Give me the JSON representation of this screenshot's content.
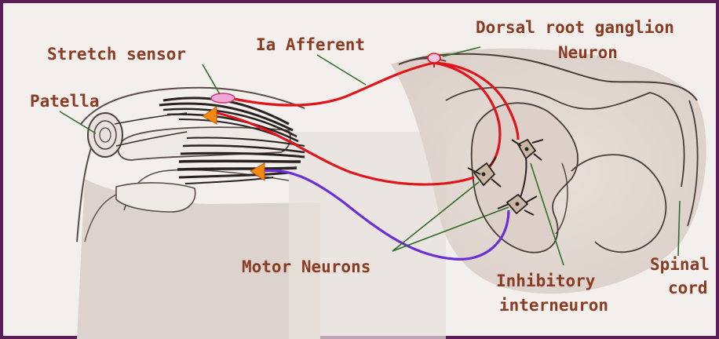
{
  "labels": {
    "stretch_sensor": "Stretch sensor",
    "ia_afferent": "Ia Afferent",
    "drg_line1": "Dorsal root ganglion",
    "drg_line2": "Neuron",
    "patella": "Patella",
    "motor_neurons": "Motor Neurons",
    "inhibitory_line1": "Inhibitory",
    "inhibitory_line2": "interneuron",
    "spinal_line1": "Spinal",
    "spinal_line2": "cord"
  },
  "colors": {
    "frame": "#5a1f57",
    "label_text": "#8a3b22",
    "afferent_red": "#e0151b",
    "motor_blue": "#6a2fd8",
    "leader_green": "#2f6e2a",
    "sensor_pink": "#f2a6d6",
    "terminal_orange": "#f08a12"
  }
}
